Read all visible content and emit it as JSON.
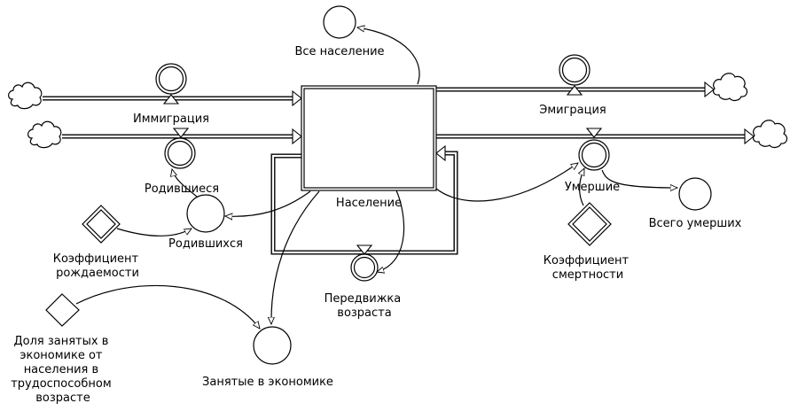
{
  "diagram": {
    "type": "stock-and-flow",
    "stocks": [
      {
        "id": "population",
        "label": "Население"
      }
    ],
    "flows": [
      {
        "id": "immigration",
        "label": "Иммиграция",
        "from": "cloud",
        "to": "population"
      },
      {
        "id": "births",
        "label": "Родившиеся",
        "from": "cloud",
        "to": "population"
      },
      {
        "id": "emigration",
        "label": "Эмиграция",
        "from": "population",
        "to": "cloud"
      },
      {
        "id": "deaths",
        "label": "Умершие",
        "from": "population",
        "to": "cloud"
      },
      {
        "id": "age-shift",
        "label": "Передвижка возраста",
        "label_lines": [
          "Передвижка",
          "возраста"
        ],
        "from": "population",
        "to": "population"
      }
    ],
    "auxiliaries": [
      {
        "id": "total-population",
        "label": "Все население"
      },
      {
        "id": "born",
        "label": "Родившихся"
      },
      {
        "id": "total-deaths",
        "label": "Всего умерших"
      },
      {
        "id": "employed",
        "label": "Занятые в экономике"
      }
    ],
    "constants": [
      {
        "id": "birth-rate",
        "label": "Коэффициент рождаемости",
        "label_lines": [
          "Коэффициент",
          "рождаемости"
        ]
      },
      {
        "id": "death-rate",
        "label": "Коэффициент смертности",
        "label_lines": [
          "Коэффициент",
          "смертности"
        ]
      },
      {
        "id": "employed-share",
        "label": "Доля занятых в экономике от населения в трудоспособном возрасте",
        "label_lines": [
          "Доля занятых в",
          "экономике от",
          "населения в",
          "трудоспособном",
          "возрасте"
        ]
      }
    ],
    "links": [
      {
        "from": "population",
        "to": "total-population"
      },
      {
        "from": "population",
        "to": "born"
      },
      {
        "from": "birth-rate",
        "to": "born"
      },
      {
        "from": "born",
        "to": "births"
      },
      {
        "from": "population",
        "to": "deaths"
      },
      {
        "from": "death-rate",
        "to": "deaths"
      },
      {
        "from": "deaths",
        "to": "total-deaths"
      },
      {
        "from": "population",
        "to": "age-shift"
      },
      {
        "from": "population",
        "to": "employed"
      },
      {
        "from": "employed-share",
        "to": "employed"
      }
    ]
  }
}
